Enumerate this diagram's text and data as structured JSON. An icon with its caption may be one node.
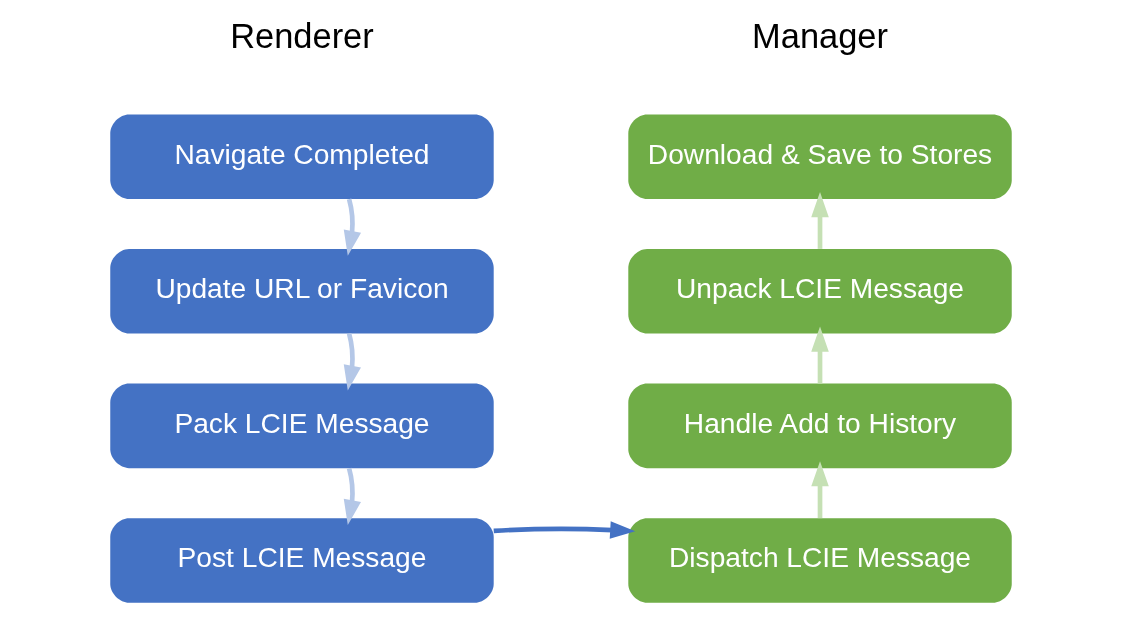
{
  "diagram": {
    "nodes": [
      {
        "text": [
          "Navigate Completed"
        ]
      },
      {
        "text": [
          "Update URL or Favicon"
        ]
      },
      {
        "text": [
          "Pack LCIE Message"
        ]
      },
      {
        "text": [
          "Post LCIE Message"
        ]
      },
      {
        "text": [
          "Download & Save to Stores"
        ]
      },
      {
        "text": [
          "Unpack LCIE Message"
        ]
      },
      {
        "text": [
          "Handle Add to History"
        ]
      },
      {
        "text": [
          "Dispatch LCIE Message"
        ]
      }
    ],
    "edges": [
      {
        "from": 0,
        "to": 1,
        "arrow": "to",
        "color": "#b4c7e7"
      },
      {
        "from": 1,
        "to": 2,
        "arrow": "to",
        "color": "#b4c7e7"
      },
      {
        "from": 2,
        "to": 3,
        "arrow": "to",
        "color": "#b4c7e7"
      },
      {
        "from": 3,
        "to": 7,
        "arrow": "to",
        "color": "#4472c4"
      },
      {
        "from": 7,
        "to": 6,
        "arrow": "to",
        "color": "#c5e0b4"
      },
      {
        "from": 6,
        "to": 5,
        "arrow": "to",
        "color": "#c5e0b4"
      },
      {
        "from": 5,
        "to": 4,
        "arrow": "to",
        "color": "#c5e0b4"
      }
    ],
    "labels": [
      "Renderer",
      "Manager"
    ]
  }
}
